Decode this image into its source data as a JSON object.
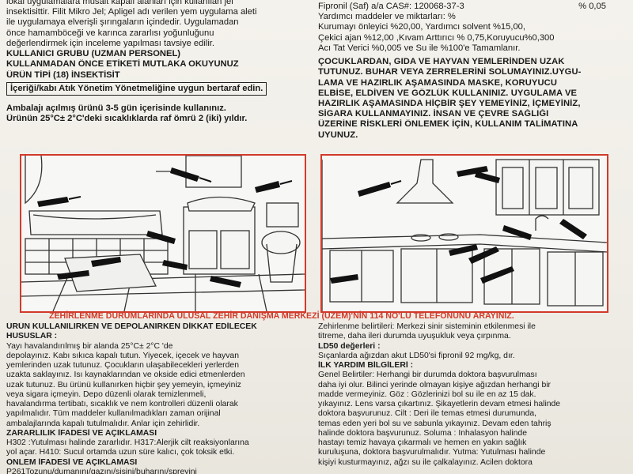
{
  "left_top": {
    "lines": [
      "lokal uygulamalara musait kapalı alanları için kullanılan jel",
      "insektisittir. Filit Mikro Jel; Apligel adı verilen yem uygulama aleti",
      "ile uygulamaya elverişli şırıngaların içindedir. Uygulamadan",
      "önce hamamböceği ve karınca zararlısı yoğunluğunu",
      "değerlendirmek için inceleme yapılması tavsiye edilir."
    ],
    "user_group": "KULLANICI GRUBU (UZMAN PERSONEL)",
    "read_label": "KULLANMADAN ÖNCE ETİKETİ MUTLAKA OKUYUNUZ",
    "product_type": "ÜRÜN TİPİ (18) İNSEKTİSİT",
    "disposal": "İçeriği/kabı Atık Yönetim Yönetmeliğine uygun bertaraf edin.",
    "use_within": "Ambalajı açılmış ürünü 3-5 gün içerisinde kullanınız.",
    "shelf_life": "Ürünün 25°C± 2°C'deki sıcaklıklarda raf ömrü 2 (iki) yıldır."
  },
  "right_top": {
    "active": "Fipronil (Saf) a/a  CAS#: 120068-37-3",
    "active_pct": "% 0,05",
    "lines": [
      "Yardımcı maddeler ve miktarları: %",
      "Kurumayı önleyici %20,00, Yardımcı solvent %15,00,",
      "Çekici ajan %12,00 ,Kıvam Arttırıcı % 0,75,Koruyucu%0,300",
      "Acı Tat Verici %0,005  ve Su ile %100'e Tamamlanır."
    ],
    "warning_lines": [
      "ÇOCUKLARDAN, GIDA VE HAYVAN YEMLERİNDEN UZAK",
      "TUTUNUZ. BUHAR VEYA ZERRELERİNİ SOLUMAYINIZ.UYGU-",
      "LAMA VE HAZIRLIK AŞAMASINDA MASKE, KORUYUCU",
      "ELBİSE, ELDİVEN VE GÖZLÜK KULLANINIZ. UYGULAMA VE",
      "HAZIRLIK AŞAMASINDA HİÇBİR ŞEY YEMEYİNİZ, İÇMEYİNİZ,",
      "SİGARA KULLANMAYINIZ. İNSAN VE ÇEVRE SAĞLIĞI",
      "ÜZERİNE RİSKLERİ ÖNLEMEK İÇİN, KULLANIM TALİMATINA",
      "UYUNUZ."
    ]
  },
  "poison_banner": "ZEHİRLENME DURUMLARINDA ULUSAL ZEHİR DANIŞMA MERKEZİ (UZEM)'NİN 114 NO'LU TELEFONUNU ARAYINIZ.",
  "left_bottom": {
    "heading": "ÜRÜN KULLANILIRKEN VE DEPOLANIRKEN DİKKAT EDİLECEK",
    "heading2": "HUSUSLAR :",
    "lines": [
      "Yayı havalandırılmış bir alanda 25°C± 2°C 'de",
      "depolayınız. Kabı sıkıca kapalı tutun. Yiyecek, içecek ve hayvan",
      "yemlerinden uzak tutunuz. Çocukların ulaşabilecekleri yerlerden",
      "uzakta saklayınız. Isı kaynaklarından ve okside edici etmenlerden",
      "uzak tutunuz. Bu ürünü kullanırken hiçbir şey yemeyin, içmeyiniz",
      "veya sigara içmeyin. Depo düzenli olarak temizlenmeli,",
      "havalandırma tertibatı, sıcaklık ve nem kontrolleri düzenli olarak",
      "yapılmalıdır. Tüm maddeler kullanılmadıkları zaman orijinal",
      "ambalajlarında kapalı tutulmalıdır. Anlar için zehirlidir."
    ],
    "hazard_heading": "ZARARLILIK İFADESİ VE AÇIKLAMASI",
    "hazard_lines": [
      "H302 :Yutulması halinde zararlıdır. H317:Alerjik cilt reaksiyonlarına",
      "yol açar. H410: Sucul ortamda uzun süre kalıcı, çok toksik etki."
    ],
    "precaution_heading": "ÖNLEM İFADESİ VE AÇIKLAMASI",
    "precaution_line": "P261Tozunu/dumanını/gazını/sisini/buharını/spreyini"
  },
  "right_bottom": {
    "symptoms": "Zehirlenme belirtileri: Merkezi sinir sisteminin etkilenmesi ile",
    "symptoms2": "titreme, daha ileri durumda uyuşukluk veya çırpınma.",
    "ld_heading": "LD50 değerleri :",
    "ld_line": "Sıçanlarda ağızdan akut LD50'si fipronil 92 mg/kg, dır.",
    "first_aid": "İLK YARDIM BİLGİLERİ :",
    "lines": [
      "Genel Belirtiler: Herhangi bir durumda doktora başvurulması",
      "daha iyi olur. Bilinci yerinde olmayan kişiye ağızdan herhangi bir",
      "madde vermeyiniz. Göz : Gözlerinizi bol su ile en az 15 dak.",
      "yıkayınız. Lens varsa çıkartınız. Şikayetlerin devam etmesi halinde",
      "doktora başvurunuz. Cilt : Deri ile temas etmesi durumunda,",
      "temas eden yeri bol su ve sabunla yıkayınız. Devam eden tahriş",
      "halinde doktora başvurunuz. Soluma : İnhalasyon halinde",
      "hastayı temiz havaya çıkarmalı ve hemen en yakın sağlık",
      "kuruluşuna, doktora başvurulmalıdır. Yutma: Yutulması halinde",
      "kişiyi kusturmayınız, ağzı su ile çalkalayınız. Acilen doktora"
    ]
  },
  "colors": {
    "accent_red": "#d23a2a",
    "text": "#1a1a1a",
    "paper": "#f4f2ec"
  },
  "illustrations": [
    "bathroom-illustration",
    "kitchen-illustration",
    "syringe-icon"
  ]
}
